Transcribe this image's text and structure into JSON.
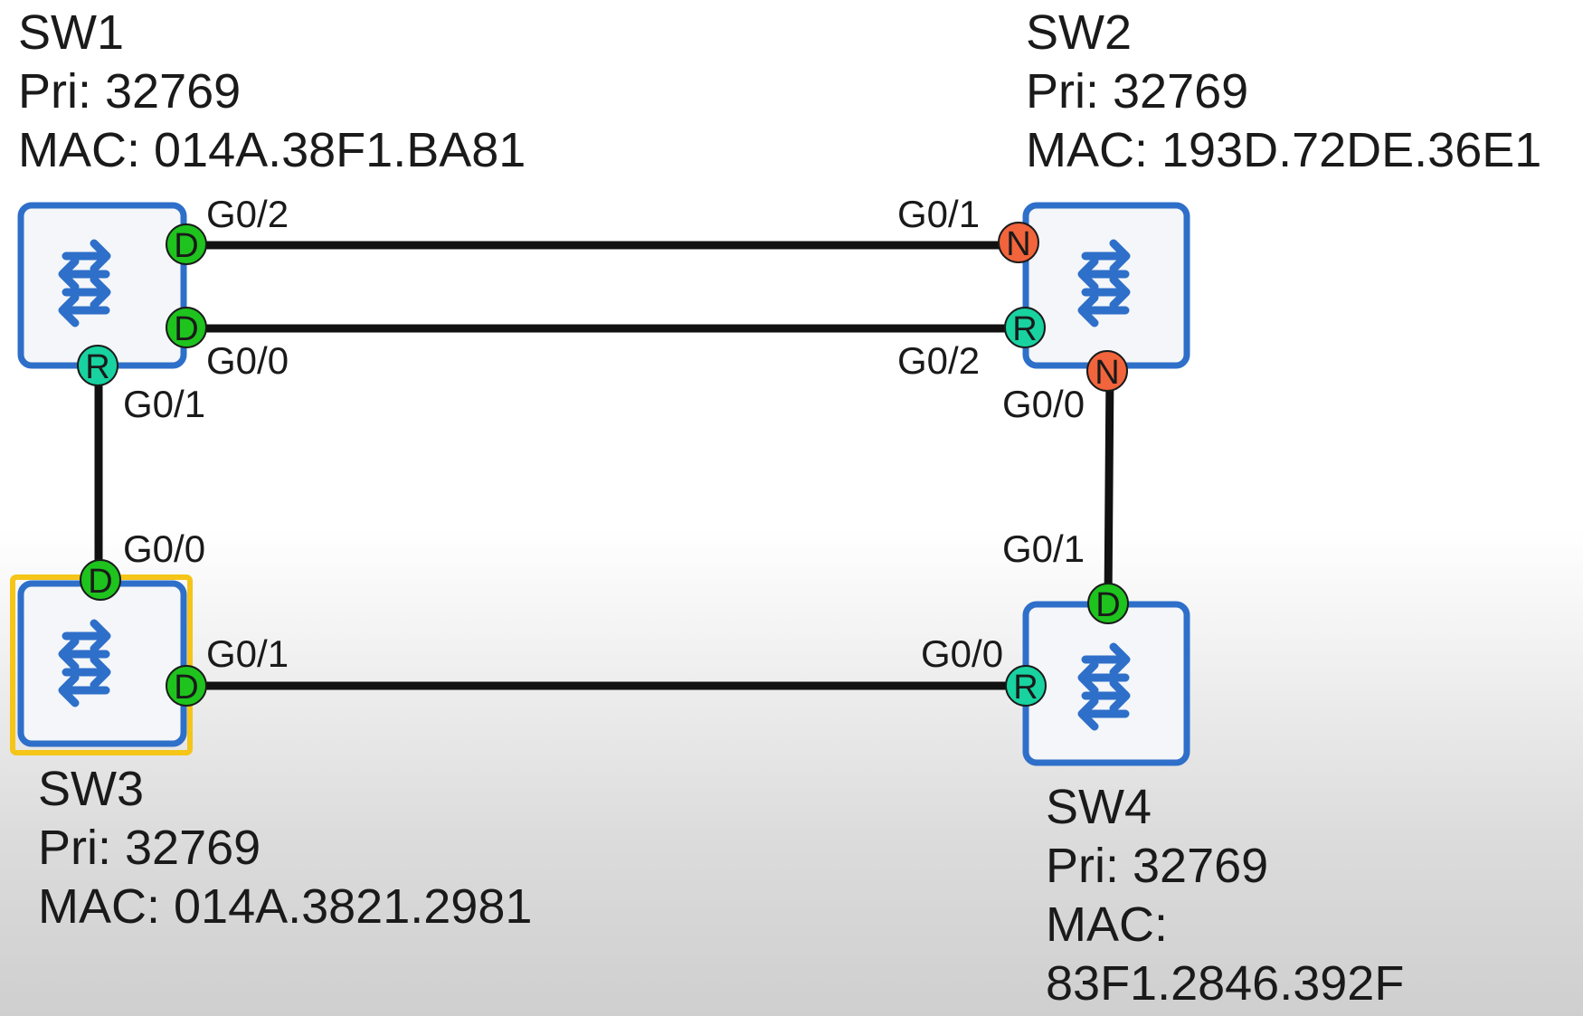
{
  "switches": {
    "sw1": {
      "name": "SW1",
      "priority": "Pri: 32769",
      "mac": "MAC: 014A.38F1.BA81"
    },
    "sw2": {
      "name": "SW2",
      "priority": "Pri: 32769",
      "mac": "MAC: 193D.72DE.36E1"
    },
    "sw3": {
      "name": "SW3",
      "priority": "Pri: 32769",
      "mac": "MAC: 014A.3821.2981"
    },
    "sw4": {
      "name": "SW4",
      "priority": "Pri: 32769",
      "mac_label": "MAC:",
      "mac_value": "83F1.2846.392F"
    }
  },
  "ports": {
    "sw1_g02": {
      "label": "G0/2",
      "role": "D"
    },
    "sw1_g00": {
      "label": "G0/0",
      "role": "D"
    },
    "sw1_g01": {
      "label": "G0/1",
      "role": "R"
    },
    "sw2_g01": {
      "label": "G0/1",
      "role": "N"
    },
    "sw2_g02": {
      "label": "G0/2",
      "role": "R"
    },
    "sw2_g00": {
      "label": "G0/0",
      "role": "N"
    },
    "sw3_g00": {
      "label": "G0/0",
      "role": "D"
    },
    "sw3_g01": {
      "label": "G0/1",
      "role": "D"
    },
    "sw4_g01": {
      "label": "G0/1",
      "role": "D"
    },
    "sw4_g00": {
      "label": "G0/0",
      "role": "R"
    }
  },
  "role_colors": {
    "D": "#1ec31e",
    "R": "#18d2a0",
    "N": "#f2643c"
  },
  "colors": {
    "switch_border": "#2e6fc9",
    "switch_fill": "#f4f6f9",
    "highlight": "#f5c518",
    "link": "#111111"
  },
  "icons": {
    "switch": "switch-arrows-icon"
  }
}
